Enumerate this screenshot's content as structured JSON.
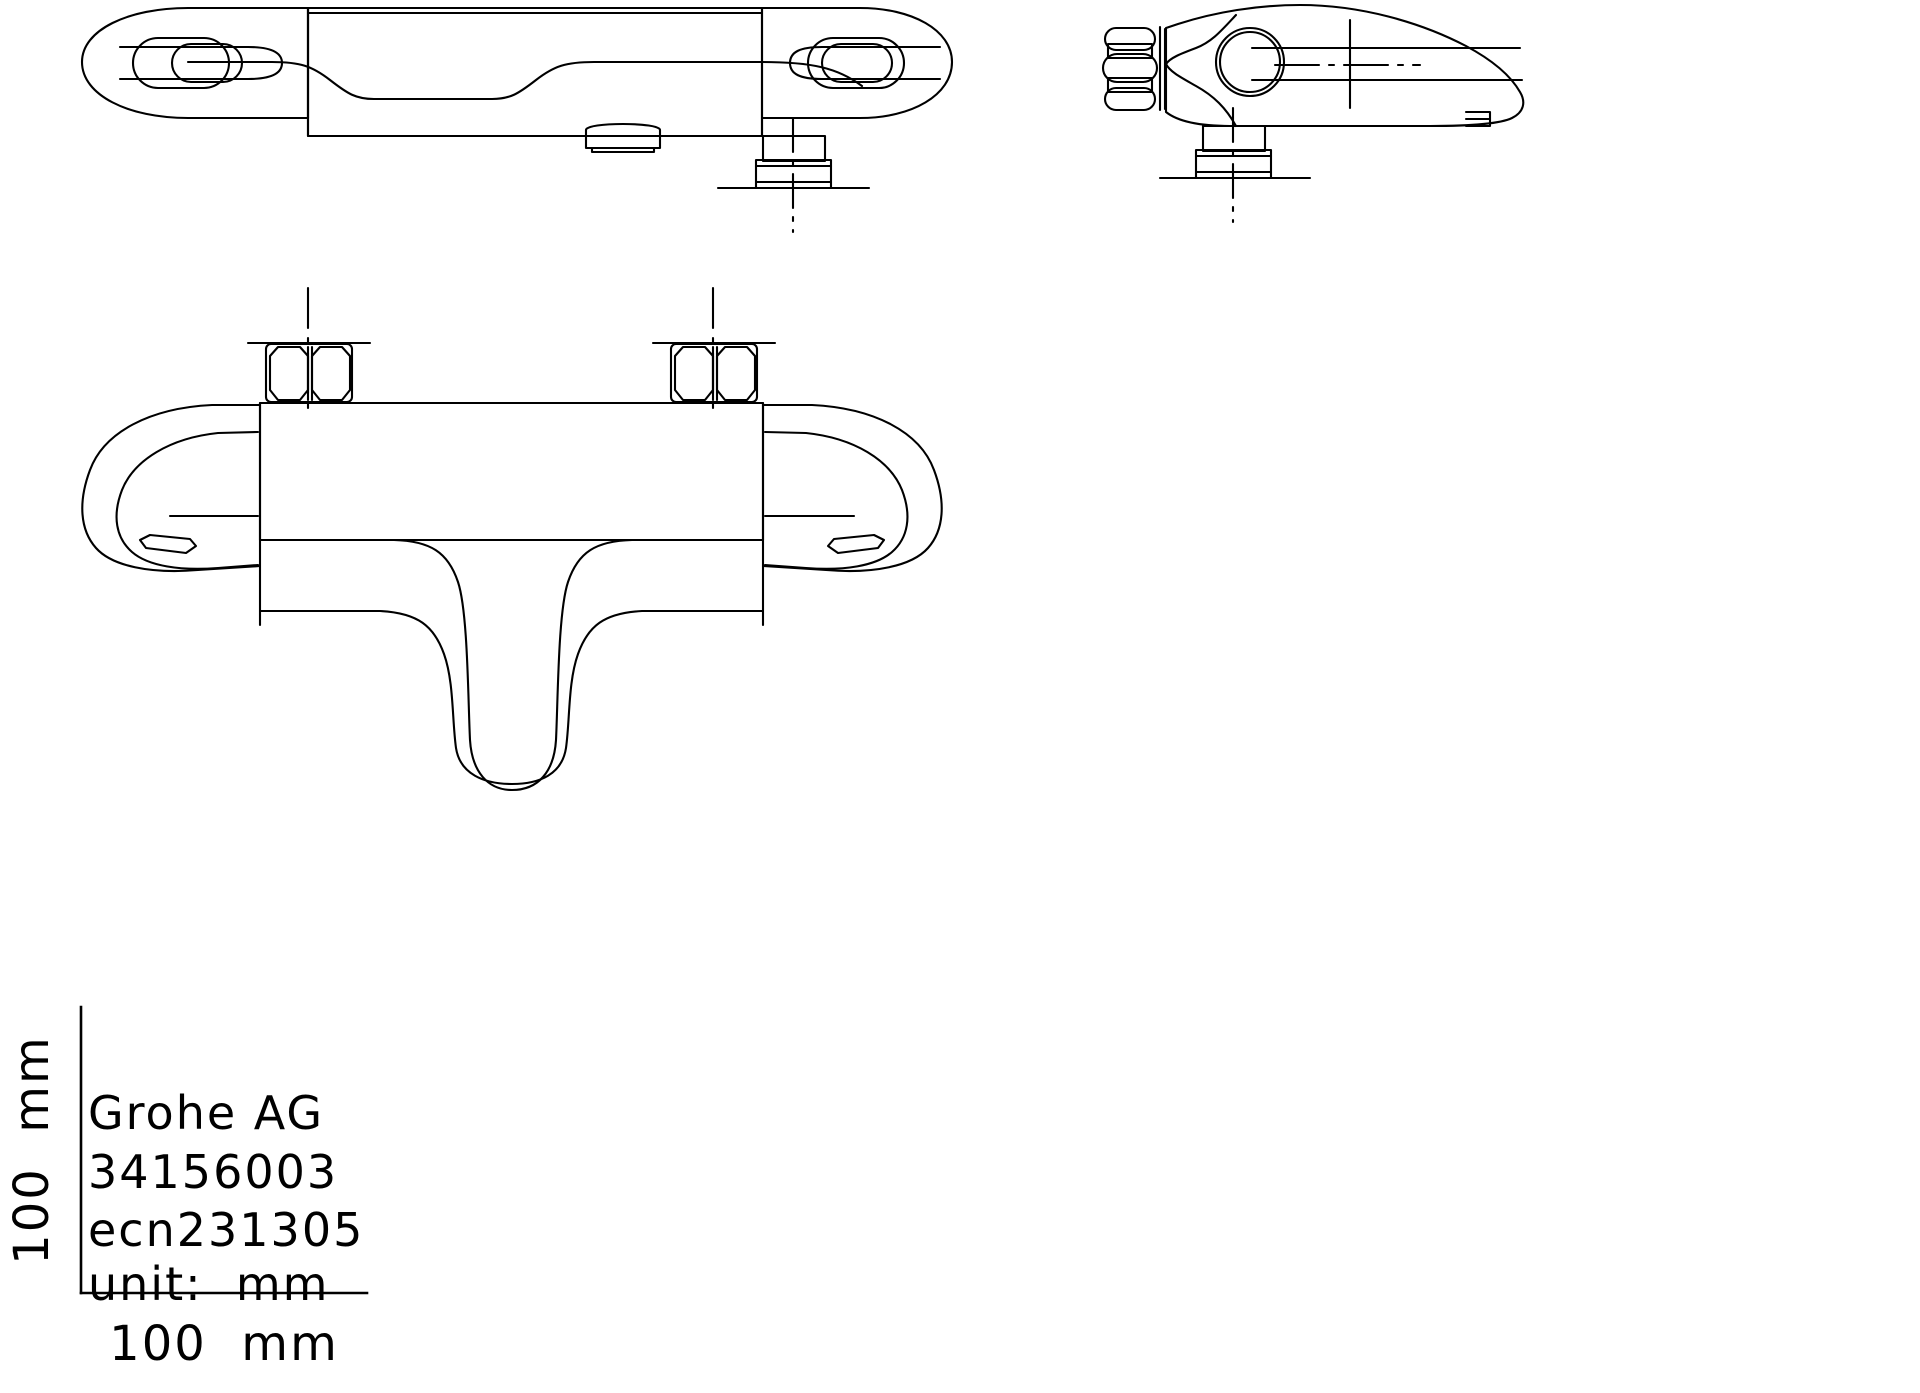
{
  "drawing": {
    "type": "technical-line-drawing",
    "subject": "Thermostatic bath/shower mixer valve",
    "background_color": "#ffffff",
    "line_color": "#000000",
    "views": [
      {
        "id": "front-elevation",
        "name": "Front elevation view",
        "position": "top-left"
      },
      {
        "id": "side-profile",
        "name": "Side profile view",
        "position": "top-right"
      },
      {
        "id": "plan-view",
        "name": "Plan / bottom view",
        "position": "center"
      }
    ]
  },
  "title_block": {
    "manufacturer": "Grohe AG",
    "article_number": "34156003",
    "ecn": "ecn231305",
    "unit_line": "unit:  mm"
  },
  "scale_bar": {
    "vertical_label": "100  mm",
    "horizontal_label": "100  mm",
    "vertical_value": 100,
    "horizontal_value": 100,
    "unit": "mm"
  }
}
